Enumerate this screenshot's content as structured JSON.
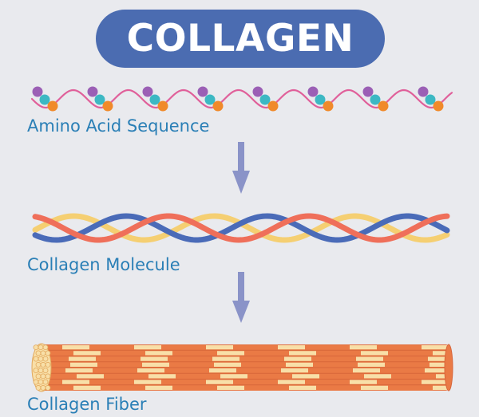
{
  "title": "COLLAGEN",
  "stages": [
    {
      "label": "Amino Acid Sequence"
    },
    {
      "label": "Collagen Molecule"
    },
    {
      "label": "Collagen Fiber"
    }
  ],
  "colors": {
    "background": "#e9eaee",
    "title_pill": "#4b6cb1",
    "label_text": "#2a7fb6",
    "arrow": "#8a93c8",
    "backbone": "#e0609a",
    "amino_purple": "#9b5fb5",
    "amino_teal": "#3cb8c3",
    "amino_orange": "#f08a2a",
    "strand_blue": "#4a6bb8",
    "strand_red": "#ef6f5a",
    "strand_yellow": "#f5cf72",
    "fiber_orange": "#ea7a45",
    "fiber_cream": "#f8dfa8"
  }
}
